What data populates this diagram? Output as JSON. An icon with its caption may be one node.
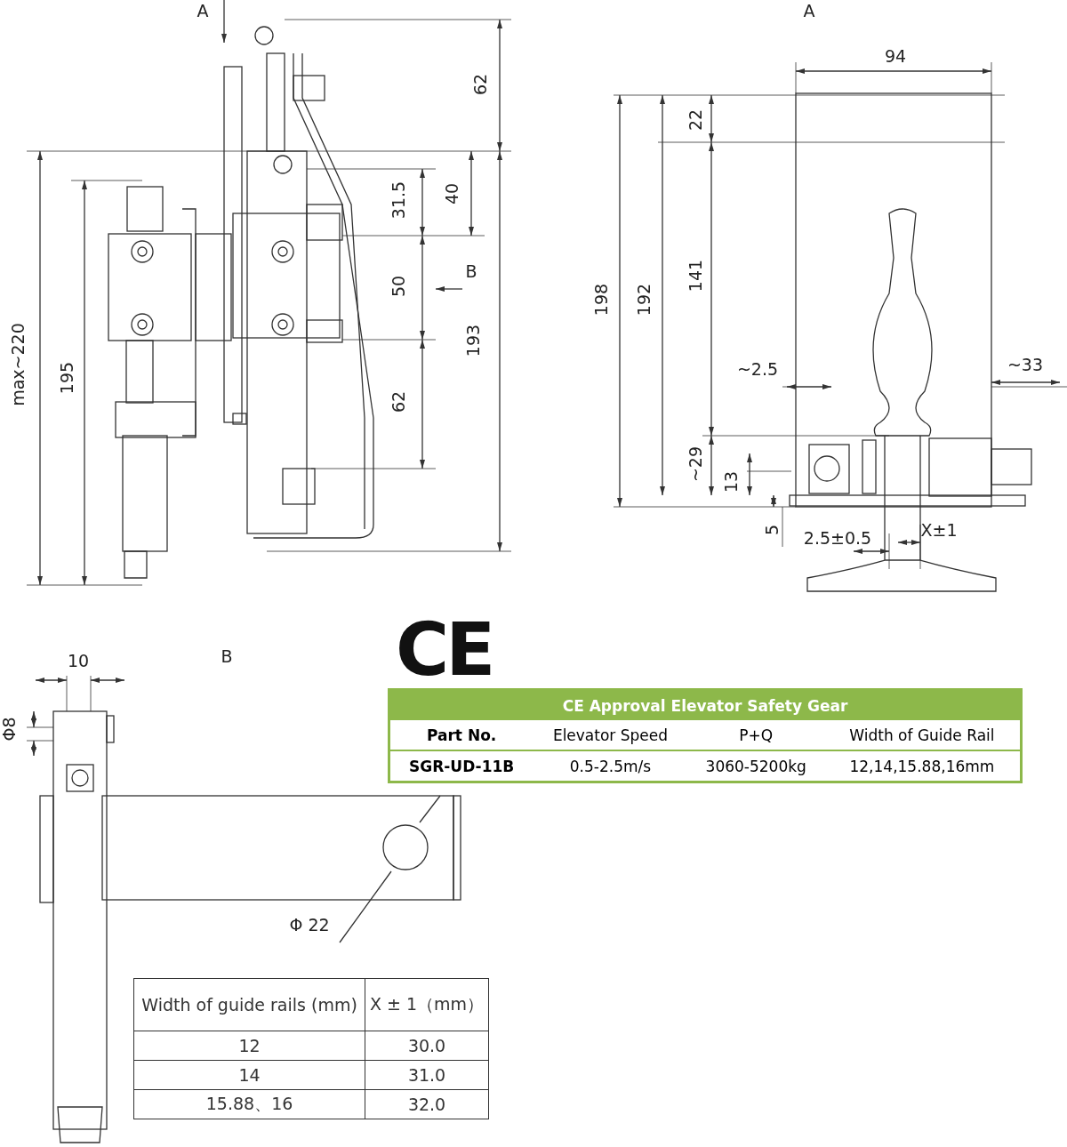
{
  "diagram": {
    "labels": [
      "A",
      "62",
      "40",
      "31.5",
      "50",
      "B",
      "193",
      "62",
      "max~220",
      "195",
      "A",
      "94",
      "22",
      "141",
      "198",
      "192",
      "~2.5",
      "~33",
      "~29",
      "13",
      "5",
      "2.5±0.5",
      "X±1",
      "10",
      "B",
      "Φ8",
      "Φ 22",
      "CE",
      "CE Approval Elevator Safety Gear",
      "Part No.",
      "Elevator Speed",
      "P+Q",
      "Width of Guide Rail",
      "SGR-UD-11B",
      "0.5-2.5m/s",
      "3060-5200kg",
      "12,14,15.88,16mm",
      "Width of guide rails (mm)",
      "X ± 1（mm）",
      "12",
      "30.0",
      "14",
      "31.0",
      "15.88、16",
      "32.0"
    ]
  }
}
